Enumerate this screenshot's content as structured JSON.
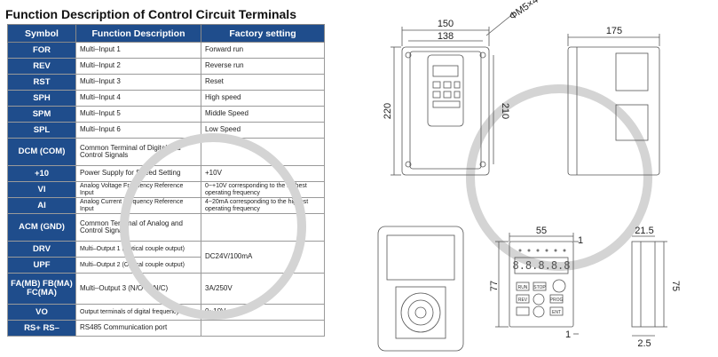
{
  "title": "Function Description of Control Circuit Terminals",
  "headers": [
    "Symbol",
    "Function Description",
    "Factory setting"
  ],
  "rows": [
    {
      "symbol": "FOR",
      "desc": "Multi–Input 1",
      "setting": "Forward run"
    },
    {
      "symbol": "REV",
      "desc": "Multi–Input 2",
      "setting": "Reverse run"
    },
    {
      "symbol": "RST",
      "desc": "Multi–Input 3",
      "setting": "Reset"
    },
    {
      "symbol": "SPH",
      "desc": "Multi–Input 4",
      "setting": "High speed"
    },
    {
      "symbol": "SPM",
      "desc": "Multi–Input 5",
      "setting": "Middle Speed"
    },
    {
      "symbol": "SPL",
      "desc": "Multi–Input 6",
      "setting": "Low Speed"
    },
    {
      "symbol": "DCM (COM)",
      "desc": "Common Terminal of Digital and Control Signals",
      "setting": ""
    },
    {
      "symbol": "+10",
      "desc": "Power Supply for Speed Setting",
      "setting": "+10V"
    },
    {
      "symbol": "VI",
      "desc": "Analog Voltage Frequency Reference Input",
      "setting": "0~+10V corresponding to the highest operating frequency"
    },
    {
      "symbol": "AI",
      "desc": "Analog Current Frequency Reference Input",
      "setting": "4~20mA corresponding to the highest operating frequency"
    },
    {
      "symbol": "ACM (GND)",
      "desc": "Common Terminal of Analog and Control Signals",
      "setting": ""
    },
    {
      "symbol": "DRV",
      "desc": "Multi–Output 1 (Optical couple output)",
      "setting": "DC24V/100mA"
    },
    {
      "symbol": "UPF",
      "desc": "Multi–Output 2 (Optical couple output)",
      "setting": ""
    },
    {
      "symbol": "FA(MB) FB(MA) FC(MA)",
      "desc": "Multi–Output 3 (N/O or N/C)",
      "setting": "3A/250V"
    },
    {
      "symbol": "VO",
      "desc": "Output terminals of digital frequency",
      "setting": "0~10V"
    },
    {
      "symbol": "RS+ RS–",
      "desc": "RS485 Communication port",
      "setting": ""
    }
  ],
  "dimensions": {
    "front_width_outer": "150",
    "front_width_inner": "138",
    "screw": "ΦM5×4",
    "front_height_outer": "220",
    "front_height_inner": "210",
    "side_depth": "175",
    "keypad_width": "55",
    "keypad_top_gap": "1",
    "keypad_height": "77",
    "keypad_bottom_gap": "1",
    "keypad_side_depth": "21.5",
    "keypad_side_height": "75",
    "keypad_side_gap": "2.5"
  },
  "keypad_buttons": [
    "RUN",
    "STOP",
    "REV",
    "PROG",
    "ENT"
  ],
  "keypad_display": "8.8.8.8.8",
  "colors": {
    "header": "#1f4d8c",
    "line": "#555555",
    "watermark": "#c8c8c8"
  }
}
